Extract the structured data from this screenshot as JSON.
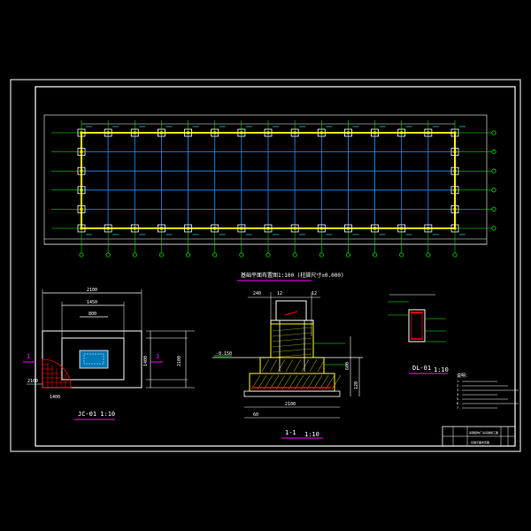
{
  "colors": {
    "background": "#000000",
    "frame": "#ffffff",
    "axis": "#00ff00",
    "grid": "#1e90ff",
    "wall": "#ffff00",
    "column": "#ffffff",
    "dimension": "#ffffff",
    "leader": "#00ffff",
    "title_underline": "#ff00ff",
    "section_fill": "#ff0000",
    "concrete": "#ffff00",
    "note_text": "#ffffff"
  },
  "plan": {
    "title": "基础平面布置图1:100 (柱脚尺寸±0.000)",
    "axis_label_count_x": 15,
    "axis_label_count_y": 6
  },
  "details": {
    "jc01": {
      "title": "JC-01 1:10",
      "dims": [
        "2100",
        "1450",
        "800",
        "2100",
        "1400",
        "2100",
        "1400"
      ],
      "section_mark": "1"
    },
    "section_11": {
      "title": "1-1",
      "scale": "1:10",
      "dims": [
        "240",
        "12",
        "12",
        "2100",
        "60",
        "600",
        "120"
      ],
      "level": "-0.150"
    },
    "dl01": {
      "title": "DL-01",
      "scale": "1:10"
    }
  },
  "notes": {
    "heading": "说明：",
    "lines": [
      "1.",
      "2.",
      "3.",
      "4.",
      "5.",
      "6.",
      "7."
    ]
  },
  "title_block": {
    "project": "某钢结构厂房基础施工图",
    "drawing_name": "基础平面布置图"
  }
}
